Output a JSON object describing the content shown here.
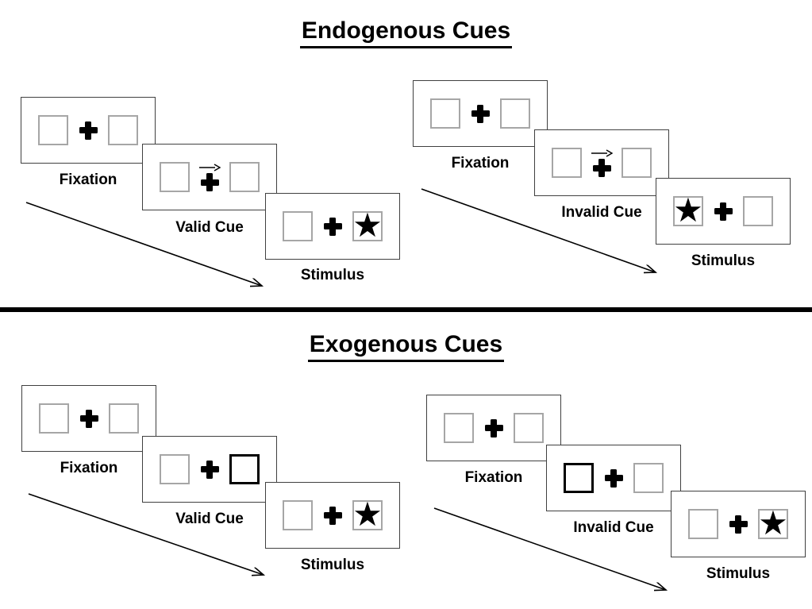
{
  "sections": [
    {
      "title": "Endogenous Cues",
      "sequences": [
        {
          "condition": "Valid",
          "frames": [
            {
              "label": "Fixation",
              "left_box": "empty",
              "center": "fixation-cross",
              "right_box": "empty"
            },
            {
              "label": "Valid Cue",
              "left_box": "empty",
              "center": "fixation-cross-with-right-arrow",
              "right_box": "empty"
            },
            {
              "label": "Stimulus",
              "left_box": "empty",
              "center": "fixation-cross",
              "right_box": "star-target"
            }
          ]
        },
        {
          "condition": "Invalid",
          "frames": [
            {
              "label": "Fixation",
              "left_box": "empty",
              "center": "fixation-cross",
              "right_box": "empty"
            },
            {
              "label": "Invalid Cue",
              "left_box": "empty",
              "center": "fixation-cross-with-right-arrow",
              "right_box": "empty"
            },
            {
              "label": "Stimulus",
              "left_box": "star-target",
              "center": "fixation-cross",
              "right_box": "empty"
            }
          ]
        }
      ]
    },
    {
      "title": "Exogenous Cues",
      "sequences": [
        {
          "condition": "Valid",
          "frames": [
            {
              "label": "Fixation",
              "left_box": "empty",
              "center": "fixation-cross",
              "right_box": "empty"
            },
            {
              "label": "Valid Cue",
              "left_box": "empty",
              "center": "fixation-cross",
              "right_box": "highlighted-box-cue"
            },
            {
              "label": "Stimulus",
              "left_box": "empty",
              "center": "fixation-cross",
              "right_box": "star-target"
            }
          ]
        },
        {
          "condition": "Invalid",
          "frames": [
            {
              "label": "Fixation",
              "left_box": "empty",
              "center": "fixation-cross",
              "right_box": "empty"
            },
            {
              "label": "Invalid Cue",
              "left_box": "highlighted-box-cue",
              "center": "fixation-cross",
              "right_box": "empty"
            },
            {
              "label": "Stimulus",
              "left_box": "empty",
              "center": "fixation-cross",
              "right_box": "star-target"
            }
          ]
        }
      ]
    }
  ],
  "glyphs": {
    "star": "★"
  },
  "colors": {
    "background": "#ffffff",
    "panel_border": "#404040",
    "box_border": "#a6a6a6",
    "cue_highlight": "#000000",
    "symbol": "#000000",
    "divider": "#000000",
    "text": "#000000"
  }
}
